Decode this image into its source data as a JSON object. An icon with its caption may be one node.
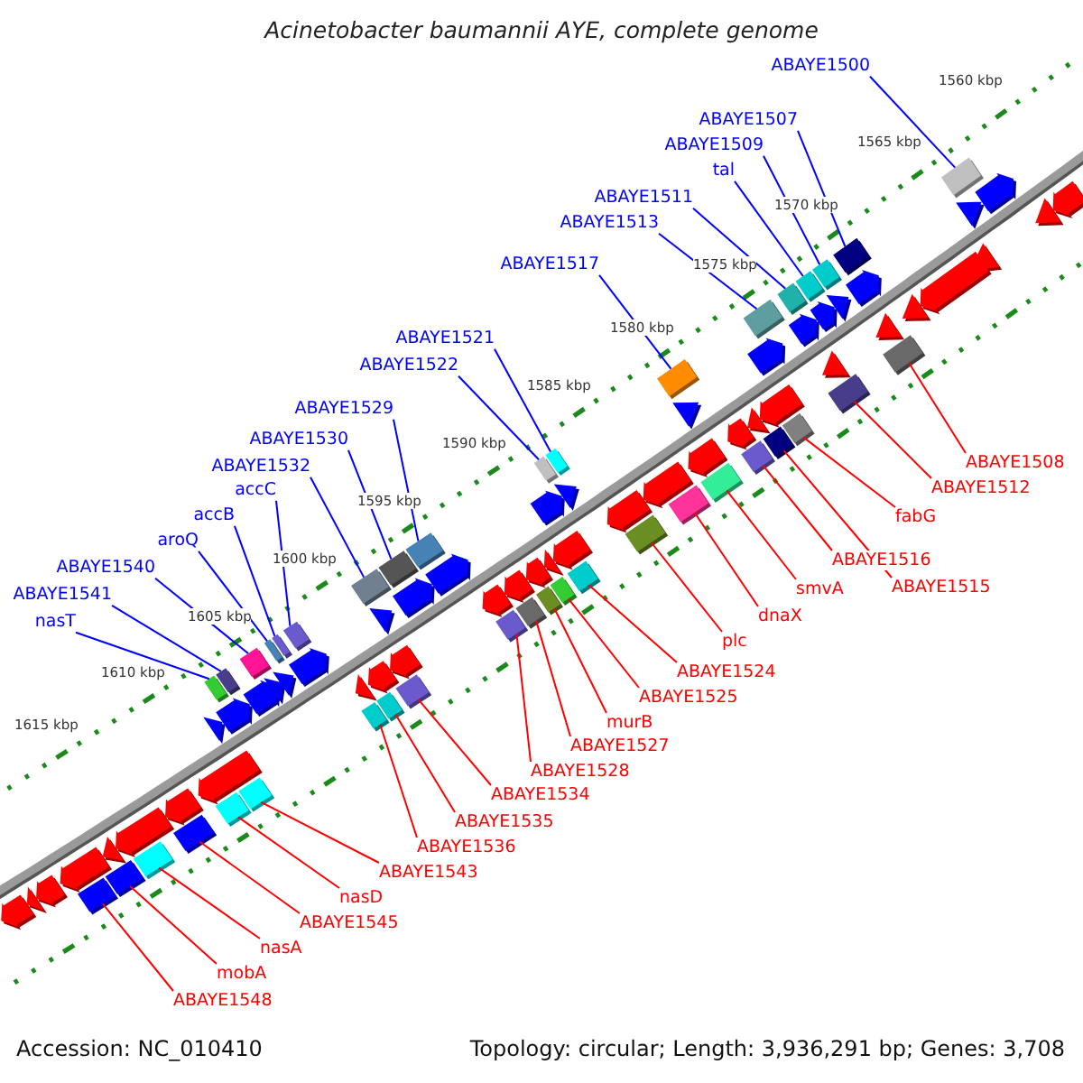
{
  "diagram": {
    "title": "Acinetobacter baumannii AYE, complete genome",
    "nodes": [
      {
        "text": [
          "ABAYE1500"
        ]
      },
      {
        "text": [
          "ABAYE1507"
        ]
      },
      {
        "text": [
          "ABAYE1509"
        ]
      },
      {
        "text": [
          "tal"
        ]
      },
      {
        "text": [
          "ABAYE1511"
        ]
      },
      {
        "text": [
          "ABAYE1513"
        ]
      },
      {
        "text": [
          "ABAYE1517"
        ]
      },
      {
        "text": [
          "ABAYE1521"
        ]
      },
      {
        "text": [
          "ABAYE1522"
        ]
      },
      {
        "text": [
          "ABAYE1529"
        ]
      },
      {
        "text": [
          "ABAYE1530"
        ]
      },
      {
        "text": [
          "ABAYE1532"
        ]
      },
      {
        "text": [
          "accC"
        ]
      },
      {
        "text": [
          "accB"
        ]
      },
      {
        "text": [
          "aroQ"
        ]
      },
      {
        "text": [
          "ABAYE1540"
        ]
      },
      {
        "text": [
          "ABAYE1541"
        ]
      },
      {
        "text": [
          "nasT"
        ]
      },
      {
        "text": [
          "ABAYE1508"
        ]
      },
      {
        "text": [
          "ABAYE1512"
        ]
      },
      {
        "text": [
          "fabG"
        ]
      },
      {
        "text": [
          "ABAYE1516"
        ]
      },
      {
        "text": [
          "ABAYE1515"
        ]
      },
      {
        "text": [
          "smvA"
        ]
      },
      {
        "text": [
          "dnaX"
        ]
      },
      {
        "text": [
          "plc"
        ]
      },
      {
        "text": [
          "ABAYE1524"
        ]
      },
      {
        "text": [
          "ABAYE1525"
        ]
      },
      {
        "text": [
          "murB"
        ]
      },
      {
        "text": [
          "ABAYE1527"
        ]
      },
      {
        "text": [
          "ABAYE1528"
        ]
      },
      {
        "text": [
          "ABAYE1534"
        ]
      },
      {
        "text": [
          "ABAYE1535"
        ]
      },
      {
        "text": [
          "ABAYE1536"
        ]
      },
      {
        "text": [
          "ABAYE1543"
        ]
      },
      {
        "text": [
          "nasD"
        ]
      },
      {
        "text": [
          "ABAYE1545"
        ]
      },
      {
        "text": [
          "nasA"
        ]
      },
      {
        "text": [
          "mobA"
        ]
      },
      {
        "text": [
          "ABAYE1548"
        ]
      },
      {
        "text": [],
        "shape": "box"
      },
      {
        "text": [],
        "shape": "box"
      },
      {
        "text": [],
        "shape": "box"
      },
      {
        "text": [],
        "shape": "box"
      },
      {
        "text": [],
        "shape": "box"
      },
      {
        "text": [],
        "shape": "box"
      },
      {
        "text": [],
        "shape": "box"
      },
      {
        "text": [],
        "shape": "box"
      },
      {
        "text": [],
        "shape": "box"
      },
      {
        "text": [],
        "shape": "box"
      },
      {
        "text": [],
        "shape": "box"
      },
      {
        "text": [],
        "shape": "box"
      },
      {
        "text": [],
        "shape": "box"
      },
      {
        "text": [],
        "shape": "box"
      },
      {
        "text": [],
        "shape": "box"
      },
      {
        "text": [],
        "shape": "box"
      },
      {
        "text": [],
        "shape": "box"
      },
      {
        "text": [],
        "shape": "box"
      },
      {
        "text": [],
        "shape": "box"
      },
      {
        "text": [],
        "shape": "box"
      },
      {
        "text": [],
        "shape": "box"
      },
      {
        "text": [],
        "shape": "box"
      },
      {
        "text": [],
        "shape": "box"
      },
      {
        "text": [],
        "shape": "box"
      },
      {
        "text": [],
        "shape": "box"
      },
      {
        "text": [],
        "shape": "box"
      },
      {
        "text": [],
        "shape": "box"
      },
      {
        "text": [],
        "shape": "box"
      },
      {
        "text": [],
        "shape": "box"
      },
      {
        "text": [],
        "shape": "box"
      },
      {
        "text": [],
        "shape": "box"
      },
      {
        "text": [],
        "shape": "box"
      },
      {
        "text": [],
        "shape": "box"
      },
      {
        "text": [],
        "shape": "box"
      },
      {
        "text": [],
        "shape": "box"
      },
      {
        "text": [],
        "shape": "box"
      },
      {
        "text": [],
        "shape": "box"
      },
      {
        "text": [],
        "shape": "box"
      },
      {
        "text": [],
        "shape": "box"
      },
      {
        "text": [],
        "shape": "box"
      }
    ],
    "edges": [
      {
        "from": 0,
        "to": 79,
        "arrow": "none",
        "color": "#0000ff"
      },
      {
        "from": 1,
        "to": 77,
        "arrow": "none",
        "color": "#0000ff"
      },
      {
        "from": 2,
        "to": 75,
        "arrow": "none",
        "color": "#0000ff"
      },
      {
        "from": 3,
        "to": 74,
        "arrow": "none",
        "color": "#0000ff"
      },
      {
        "from": 4,
        "to": 72,
        "arrow": "none",
        "color": "#0000ff"
      },
      {
        "from": 5,
        "to": 70,
        "arrow": "none",
        "color": "#0000ff"
      },
      {
        "from": 6,
        "to": 66,
        "arrow": "none",
        "color": "#0000ff"
      },
      {
        "from": 7,
        "to": 62,
        "arrow": "none",
        "color": "#0000ff"
      },
      {
        "from": 8,
        "to": 60,
        "arrow": "none",
        "color": "#0000ff"
      },
      {
        "from": 9,
        "to": 57,
        "arrow": "none",
        "color": "#0000ff"
      },
      {
        "from": 10,
        "to": 55,
        "arrow": "none",
        "color": "#0000ff"
      },
      {
        "from": 11,
        "to": 52,
        "arrow": "none",
        "color": "#0000ff"
      },
      {
        "from": 12,
        "to": 51,
        "arrow": "none",
        "color": "#0000ff"
      },
      {
        "from": 13,
        "to": 50,
        "arrow": "none",
        "color": "#0000ff"
      },
      {
        "from": 14,
        "to": 49,
        "arrow": "none",
        "color": "#0000ff"
      },
      {
        "from": 15,
        "to": 47,
        "arrow": "none",
        "color": "#0000ff"
      },
      {
        "from": 16,
        "to": 45,
        "arrow": "none",
        "color": "#0000ff"
      },
      {
        "from": 17,
        "to": 44,
        "arrow": "none",
        "color": "#0000ff"
      },
      {
        "from": 18,
        "to": 78,
        "arrow": "none"
      },
      {
        "from": 19,
        "to": 76,
        "arrow": "none"
      },
      {
        "from": 20,
        "to": 73,
        "arrow": "none"
      },
      {
        "from": 21,
        "to": 69,
        "arrow": "none"
      },
      {
        "from": 22,
        "to": 71,
        "arrow": "none"
      },
      {
        "from": 23,
        "to": 68,
        "arrow": "none"
      },
      {
        "from": 24,
        "to": 67,
        "arrow": "none"
      },
      {
        "from": 25,
        "to": 65,
        "arrow": "none"
      },
      {
        "from": 26,
        "to": 64,
        "arrow": "none"
      },
      {
        "from": 27,
        "to": 63,
        "arrow": "none"
      },
      {
        "from": 28,
        "to": 61,
        "arrow": "none"
      },
      {
        "from": 29,
        "to": 59,
        "arrow": "none"
      },
      {
        "from": 30,
        "to": 58,
        "arrow": "none"
      },
      {
        "from": 31,
        "to": 56,
        "arrow": "none"
      },
      {
        "from": 32,
        "to": 54,
        "arrow": "none"
      },
      {
        "from": 33,
        "to": 53,
        "arrow": "none"
      },
      {
        "from": 34,
        "to": 48,
        "arrow": "none"
      },
      {
        "from": 35,
        "to": 46,
        "arrow": "none"
      },
      {
        "from": 36,
        "to": 43,
        "arrow": "none"
      },
      {
        "from": 37,
        "to": 42,
        "arrow": "none"
      },
      {
        "from": 38,
        "to": 41,
        "arrow": "none"
      },
      {
        "from": 39,
        "to": 40,
        "arrow": "none"
      }
    ],
    "labels": [
      "1560 kbp",
      "1565 kbp",
      "1570 kbp",
      "1575 kbp",
      "1580 kbp",
      "1585 kbp",
      "1590 kbp",
      "1595 kbp",
      "1600 kbp",
      "1605 kbp",
      "1610 kbp",
      "1615 kbp",
      "Accession: NC_010410",
      "Topology: circular; Length: 3,936,291 bp; Genes: 3,708"
    ]
  }
}
